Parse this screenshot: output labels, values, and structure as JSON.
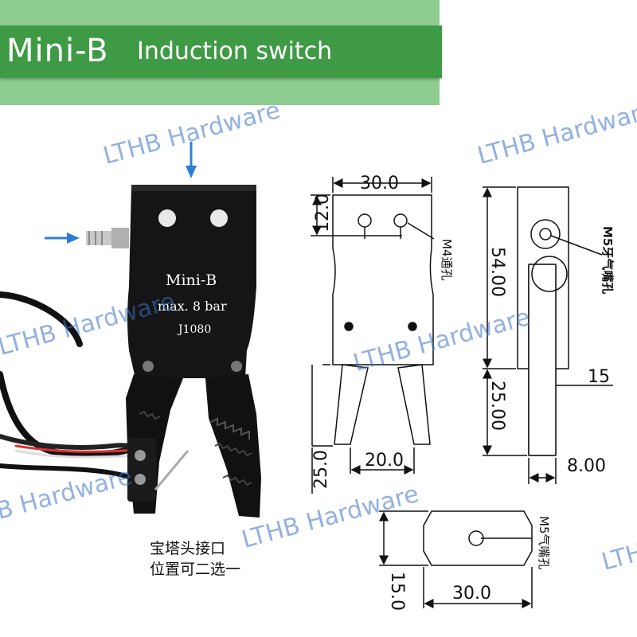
{
  "banner": {
    "title": "Mini-B",
    "subtitle": "Induction switch"
  },
  "watermarks": [
    "LTHB Hardware",
    "LTHB Hardware",
    "LTHB Hardware",
    "LTHB Hardware",
    "LTHB Hardware",
    "LTHB Hardware",
    "LTHB Hardware"
  ],
  "product": {
    "model": "Mini-B",
    "pressure": "max. 8 bar",
    "code": "J1080"
  },
  "caption": {
    "line1": "宝塔头接口",
    "line2": "位置可二选一"
  },
  "colors": {
    "banner_green": "#3f9a45",
    "banner_light": "#8fcc8f",
    "arrow_blue": "#2b7fd6",
    "watermark": "#3a73c9"
  },
  "drawings": {
    "front": {
      "width": "30.0",
      "hole_offset": "12.0",
      "hole_label": "M4通孔",
      "jaw_gap": "20.0",
      "jaw_length": "25.0"
    },
    "side": {
      "body_height": "54.00",
      "jaw_height": "25.00",
      "jaw_offset": "15",
      "jaw_thickness": "8.00",
      "port_label": "M5牙气嘴孔"
    },
    "bottom": {
      "width": "30.0",
      "height": "15.0",
      "port_label": "M5气嘴孔"
    }
  }
}
